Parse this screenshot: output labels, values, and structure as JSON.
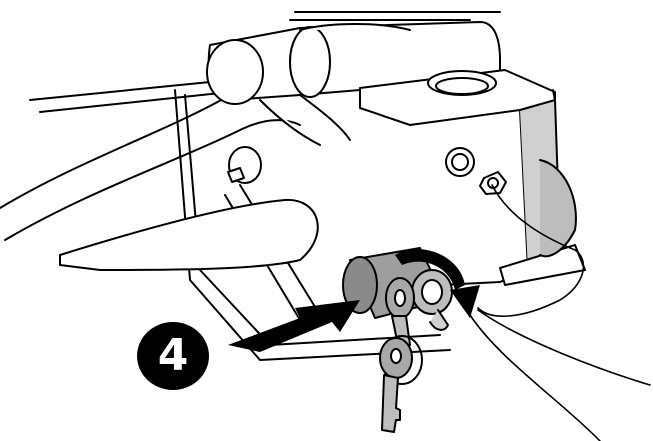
{
  "figure": {
    "step_number": "4",
    "colors": {
      "outline": "#000000",
      "background": "#ffffff",
      "lock_fill": "#9e9e9e",
      "key_fill": "#a8a8a8",
      "bracket_shadow": "#bdbdbd",
      "arrow_fill": "#000000"
    },
    "icons": [
      "curved-rotation-arrow",
      "insertion-arrow",
      "key",
      "lock-cylinder"
    ]
  }
}
